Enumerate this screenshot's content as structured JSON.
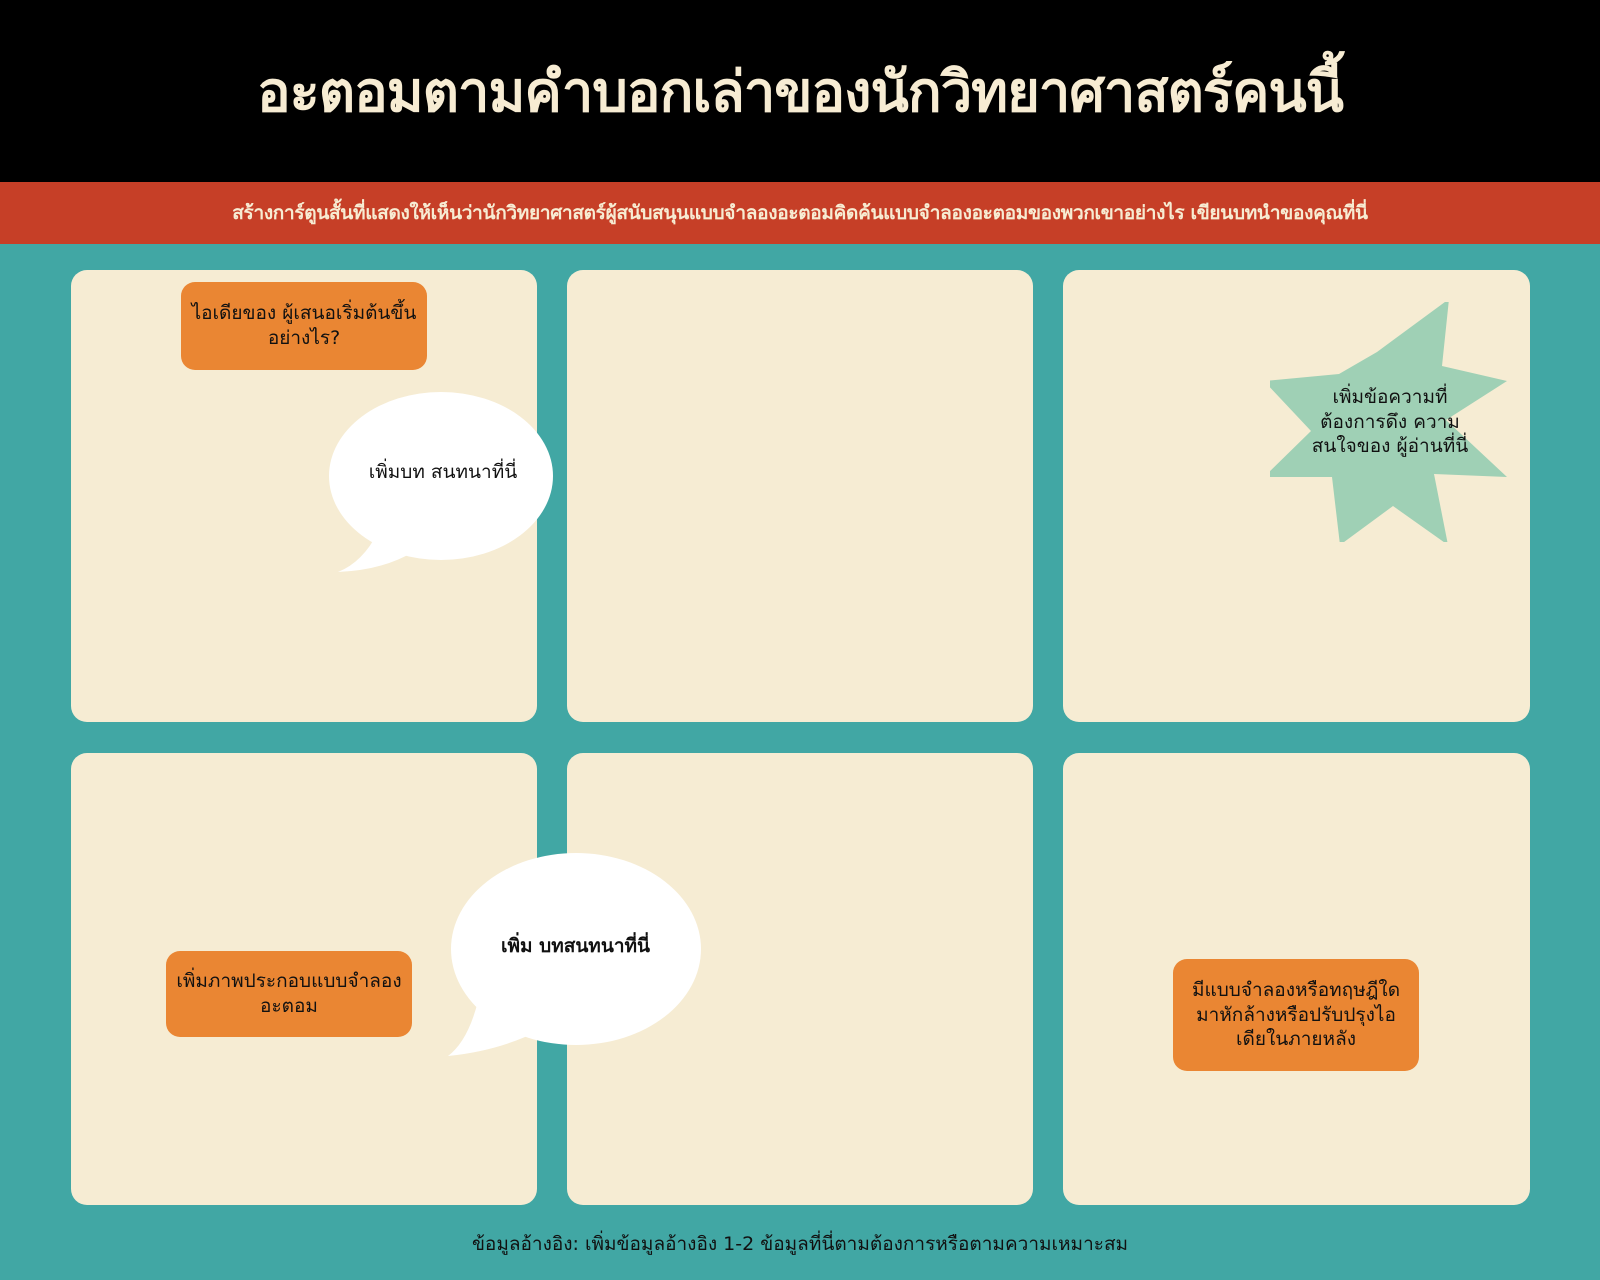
{
  "header": {
    "title": "อะตอมตามคำบอกเล่าของนักวิทยาศาสตร์คนนี้",
    "subtitle": "สร้างการ์ตูนสั้นที่แสดงให้เห็นว่านักวิทยาศาสตร์ผู้สนับสนุนแบบจำลองอะตอมคิดค้นแบบจำลองอะตอมของพวกเขาอย่างไร เขียนบทนำของคุณที่นี่"
  },
  "panels": {
    "panel1": {
      "caption": "ไอเดียของ ผู้เสนอเริ่มต้นขึ้นอย่างไร?",
      "bubble": "เพิ่มบท สนทนาที่นี่"
    },
    "panel3": {
      "burst": "เพิ่มข้อความที่ ต้องการดึง ความสนใจของ ผู้อ่านที่นี่"
    },
    "panel4": {
      "caption": "เพิ่มภาพประกอบแบบจำลอง อะตอม",
      "bubble": "เพิ่ม บทสนทนาที่นี่"
    },
    "panel6": {
      "caption": "มีแบบจำลองหรือทฤษฎีใด มาหักล้างหรือปรับปรุงไอ เดียในภายหลัง"
    }
  },
  "footer": {
    "reference": "ข้อมูลอ้างอิง: เพิ่มข้อมูลอ้างอิง 1-2 ข้อมูลที่นี่ตามต้องการหรือตามความเหมาะสม"
  },
  "colors": {
    "background": "#41a7a4",
    "header": "#000000",
    "subbar": "#c63f27",
    "panel": "#f6ecd3",
    "caption": "#ea8633",
    "burst": "#9fd0b5",
    "bubble": "#ffffff"
  }
}
